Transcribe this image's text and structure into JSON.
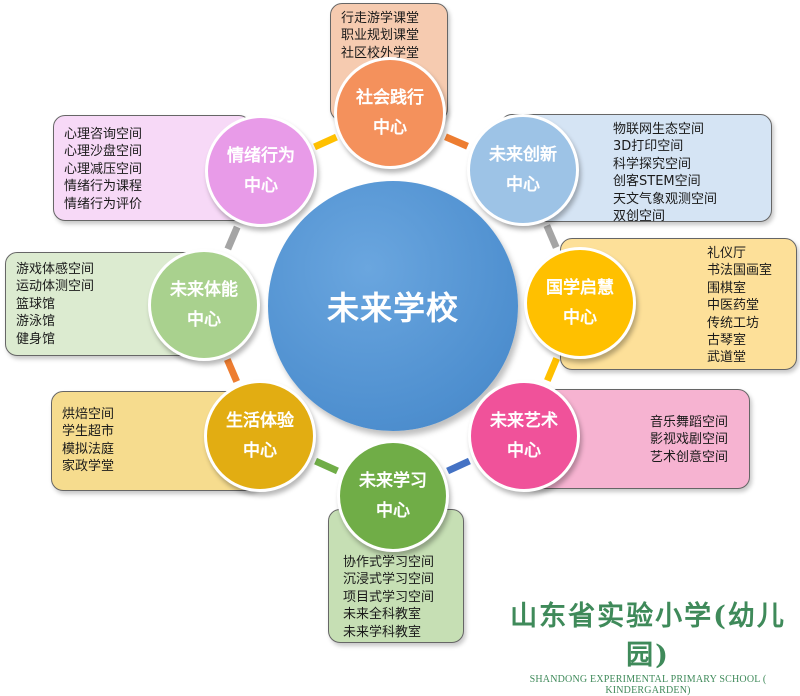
{
  "center": {
    "label": "未来学校",
    "color": "#5b9bd5"
  },
  "centers": [
    {
      "name": "社会践行",
      "suffix": "中心",
      "color": "#f4915c",
      "box_color": "#f6cbb0",
      "items": [
        "行走游学课堂",
        "职业规划课堂",
        "社区校外学堂"
      ]
    },
    {
      "name": "未来创新",
      "suffix": "中心",
      "color": "#9dc3e6",
      "box_color": "#d5e4f4",
      "items": [
        "物联网生态空间",
        "3D打印空间",
        "科学探究空间",
        "创客STEM空间",
        "天文气象观测空间",
        "双创空间"
      ]
    },
    {
      "name": "国学启慧",
      "suffix": "中心",
      "color": "#ffc000",
      "box_color": "#fde099",
      "items": [
        "礼仪厅",
        "书法国画室",
        "围棋室",
        "中医药堂",
        "传统工坊",
        "古琴室",
        "武道堂"
      ]
    },
    {
      "name": "未来艺术",
      "suffix": "中心",
      "color": "#f0529a",
      "box_color": "#f6b3d1",
      "items": [
        "音乐舞蹈空间",
        "影视戏剧空间",
        "艺术创意空间"
      ]
    },
    {
      "name": "未来学习",
      "suffix": "中心",
      "color": "#70ad47",
      "box_color": "#c6dfb4",
      "items": [
        "协作式学习空间",
        "沉浸式学习空间",
        "项目式学习空间",
        "未来全科教室",
        "未来学科教室"
      ]
    },
    {
      "name": "生活体验",
      "suffix": "中心",
      "color": "#e2ad12",
      "box_color": "#f6dc8e",
      "items": [
        "烘焙空间",
        "学生超市",
        "模拟法庭",
        "家政学堂"
      ]
    },
    {
      "name": "未来体能",
      "suffix": "中心",
      "color": "#a9d18e",
      "box_color": "#dcebd0",
      "items": [
        "游戏体感空间",
        "运动体测空间",
        "篮球馆",
        "游泳馆",
        "健身馆"
      ]
    },
    {
      "name": "情绪行为",
      "suffix": "中心",
      "color": "#e89be8",
      "box_color": "#f7d9f7",
      "items": [
        "心理咨询空间",
        "心理沙盘空间",
        "心理减压空间",
        "情绪行为课程",
        "情绪行为评价"
      ]
    }
  ],
  "connector_colors": [
    "#ed7d31",
    "#a5a5a5",
    "#ffc000",
    "#4472c4",
    "#70ad47",
    "#ed7d31",
    "#a5a5a5",
    "#ffc000"
  ],
  "brand": {
    "name_cn": "山东省实验小学(幼儿园)",
    "name_en": "SHANDONG EXPERIMENTAL PRIMARY SCHOOL ( KINDERGARDEN)",
    "color": "#3f8a5a"
  }
}
